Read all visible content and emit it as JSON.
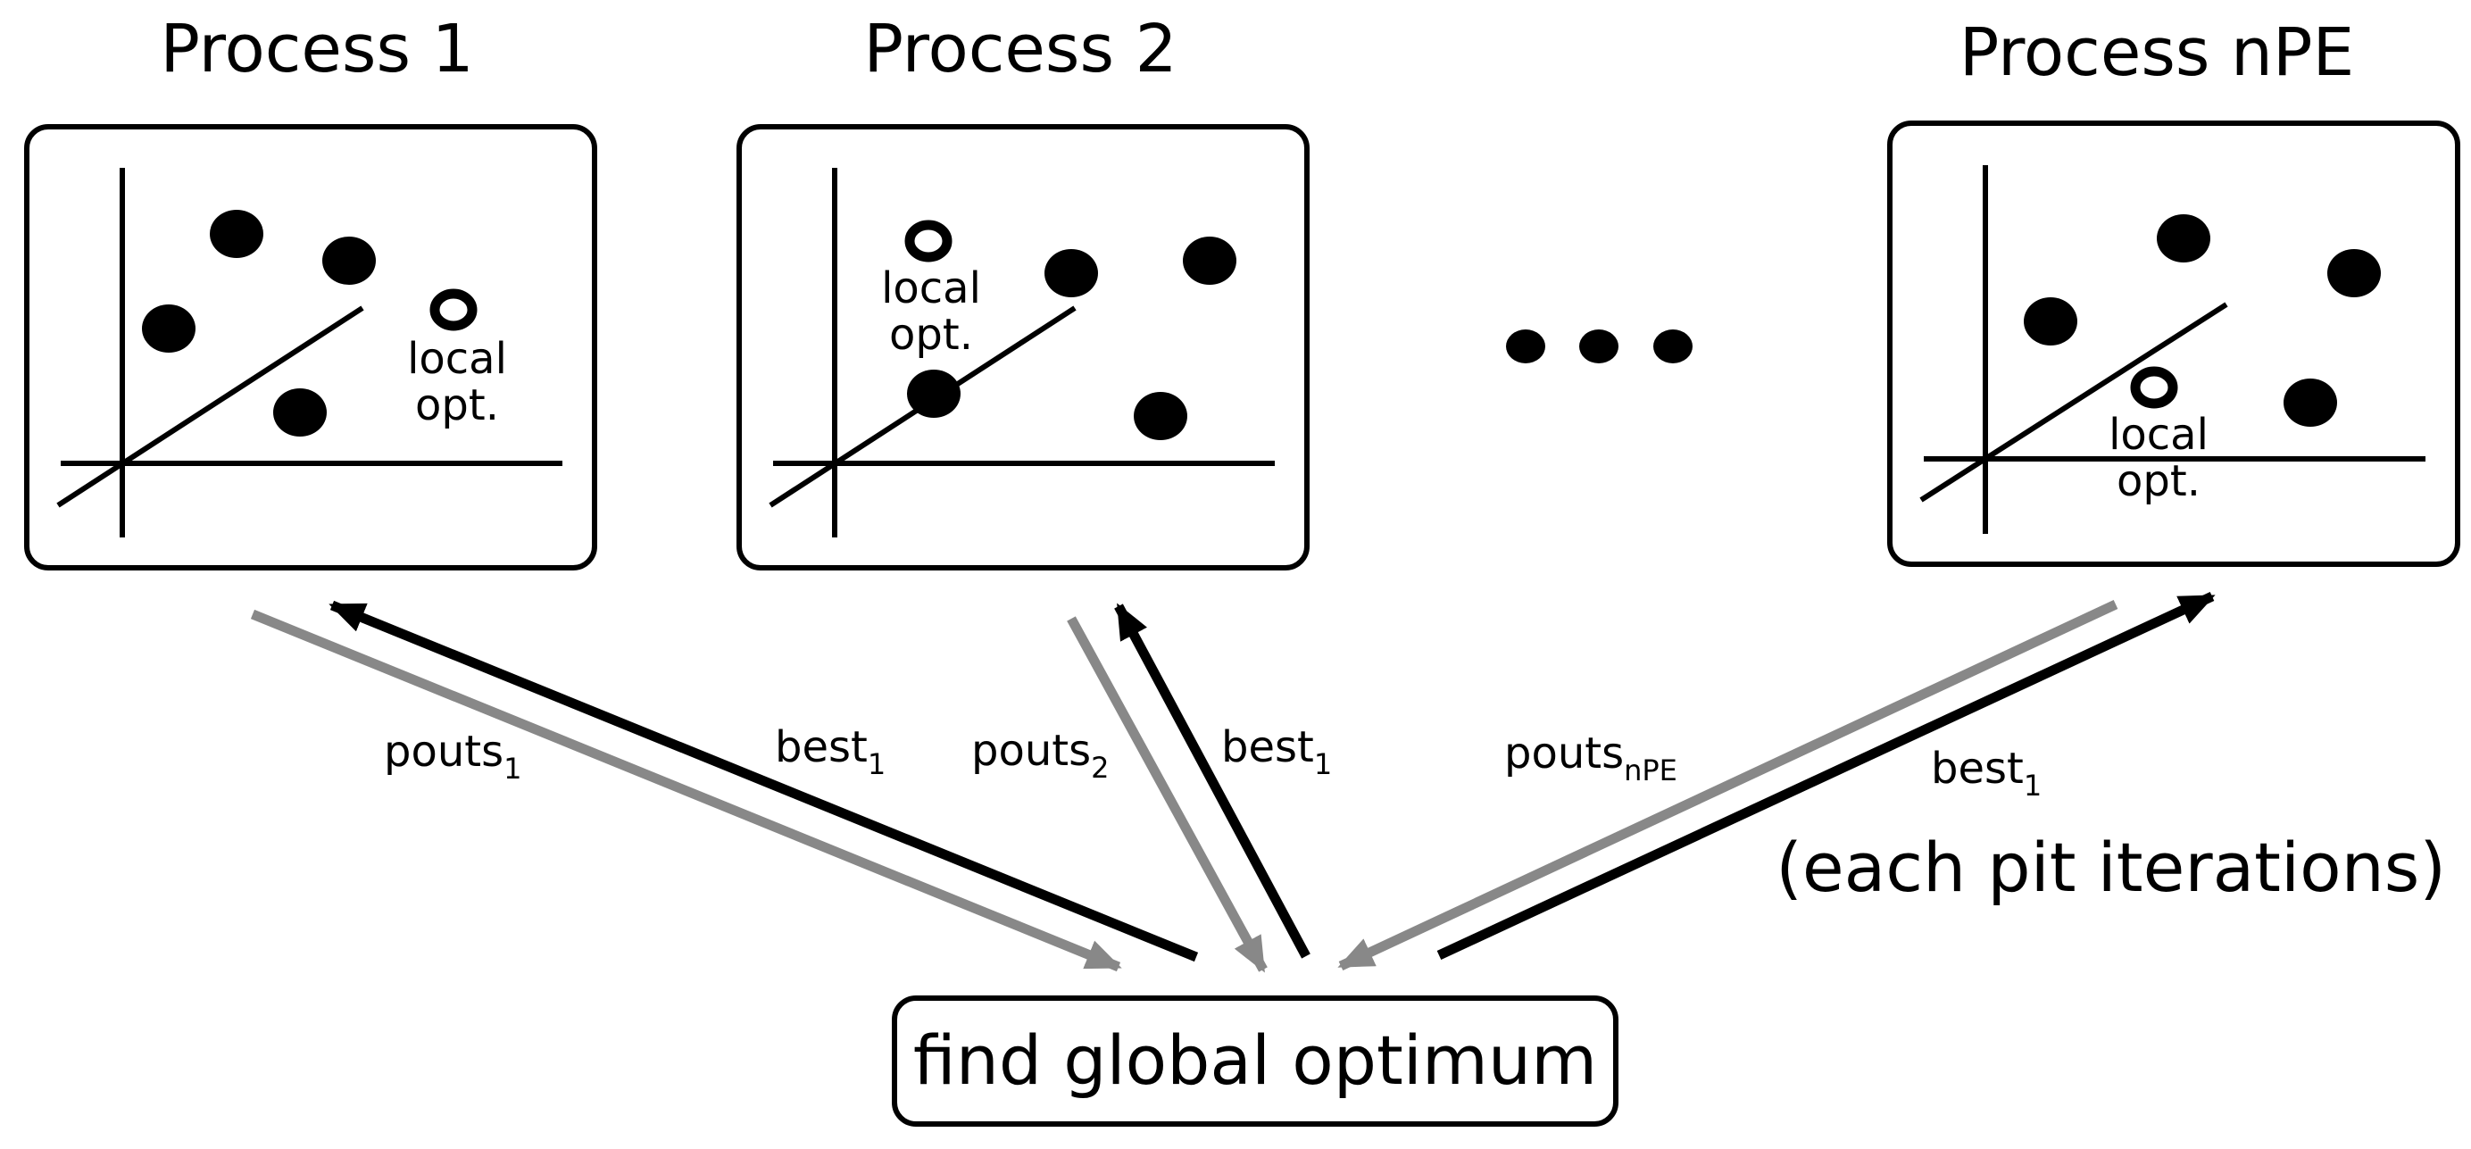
{
  "processes": [
    {
      "title": "Process 1",
      "local_opt_line1": "local",
      "local_opt_line2": "opt."
    },
    {
      "title": "Process 2",
      "local_opt_line1": "local",
      "local_opt_line2": "opt."
    },
    {
      "title": "Process nPE",
      "local_opt_line1": "local",
      "local_opt_line2": "opt."
    }
  ],
  "ellipsis": "...",
  "edges": {
    "pouts_1": {
      "base": "pouts",
      "sub": "1"
    },
    "best_1_a": {
      "base": "best",
      "sub": "1"
    },
    "pouts_2": {
      "base": "pouts",
      "sub": "2"
    },
    "best_1_b": {
      "base": "best",
      "sub": "1"
    },
    "pouts_npe": {
      "base": "pouts",
      "sub": "nPE"
    },
    "best_1_c": {
      "base": "best",
      "sub": "1"
    }
  },
  "frequency_note": "(each pit iterations)",
  "global_node": {
    "label": "find global optimum"
  },
  "colors": {
    "outgoing_arrow": "#888888",
    "incoming_arrow": "#000000"
  }
}
